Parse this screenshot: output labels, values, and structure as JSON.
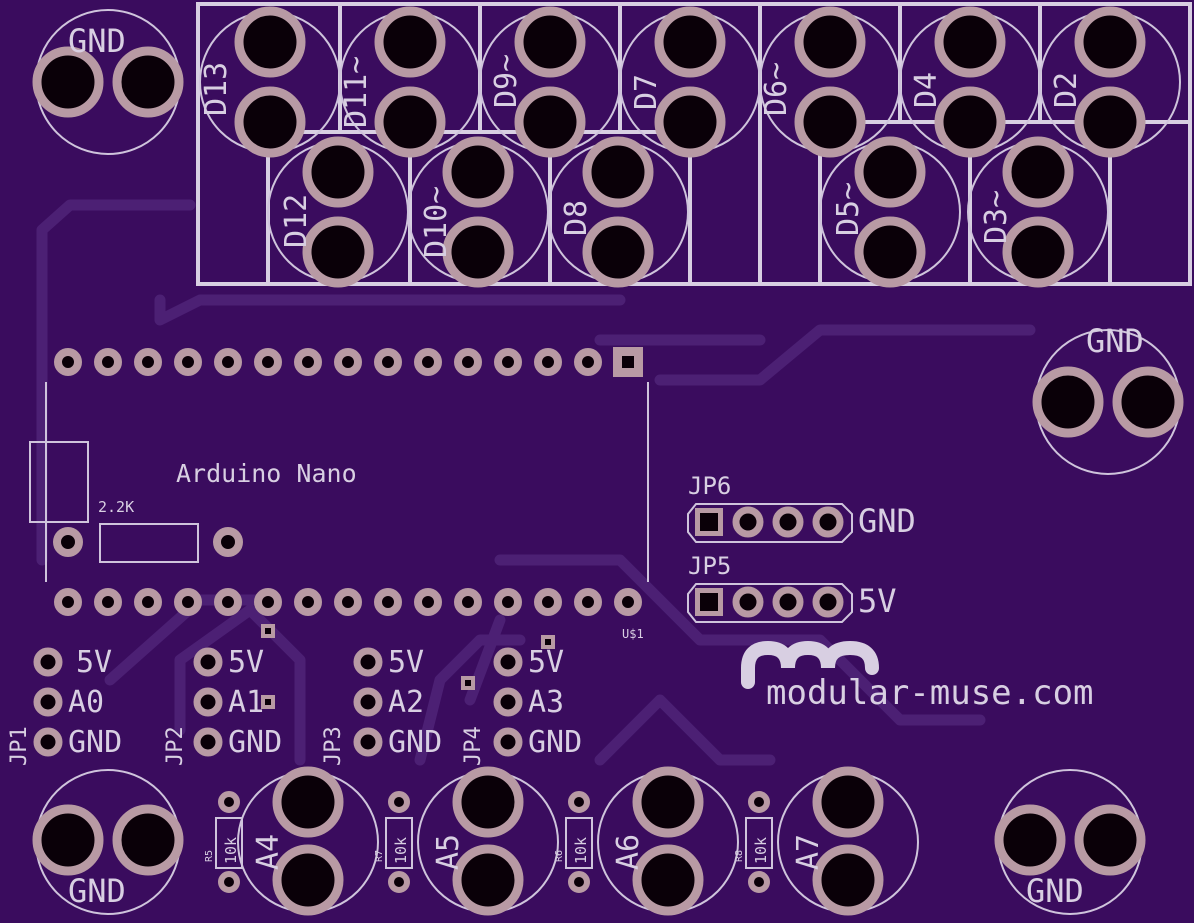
{
  "colors": {
    "board": "#3a0c5e",
    "silkscreen": "#d8cfe2",
    "copper_ring": "#b89aa4",
    "drill": "#0a0008",
    "trace": "#4c2074"
  },
  "labels": {
    "gnd": "GND",
    "five_v": "5V",
    "arduino": "Arduino Nano",
    "resistor_main": "2.2K",
    "u1": "U$1",
    "jp1": "JP1",
    "jp2": "JP2",
    "jp3": "JP3",
    "jp4": "JP4",
    "jp5": "JP5",
    "jp6": "JP6",
    "a0": "A0",
    "a1": "A1",
    "a2": "A2",
    "a3": "A3",
    "a4": "A4",
    "a5": "A5",
    "a6": "A6",
    "a7": "A7",
    "r10k": "10k",
    "r5": "R5",
    "r6": "R6",
    "r7": "R7",
    "r8": "R8",
    "site": "modular-muse.com"
  },
  "digital_pins": [
    "D13",
    "D11~",
    "D9~",
    "D7",
    "D6~",
    "D4",
    "D2",
    "D12",
    "D10~",
    "D8",
    "D5~",
    "D3~"
  ]
}
